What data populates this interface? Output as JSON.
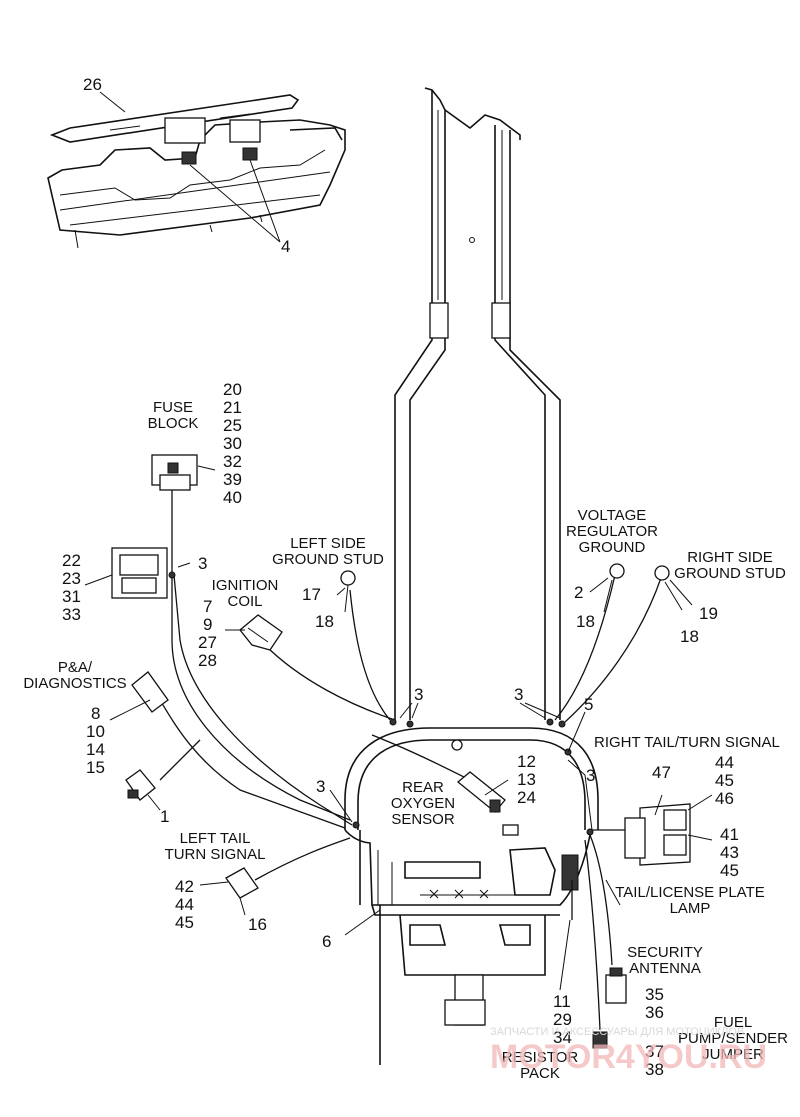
{
  "diagram": {
    "callouts": {
      "c26": "26",
      "c4": "4",
      "c3a": "3",
      "c3b": "3",
      "c3c": "3",
      "c3d": "3",
      "c3e": "3",
      "c5": "5",
      "c6": "6",
      "c1": "1",
      "c16": "16",
      "c2": "2",
      "c17": "17",
      "c18a": "18",
      "c18b": "18",
      "c18c": "18",
      "c19": "19"
    },
    "labels": {
      "fuse_block": [
        "FUSE",
        "BLOCK"
      ],
      "fuse_block_nums": [
        "20",
        "21",
        "25",
        "30",
        "32",
        "39",
        "40"
      ],
      "relay_nums": [
        "22",
        "23",
        "31",
        "33"
      ],
      "ignition_coil": [
        "IGNITION",
        "COIL"
      ],
      "ignition_coil_nums": [
        "7",
        "9",
        "27",
        "28"
      ],
      "left_ground": [
        "LEFT SIDE",
        "GROUND STUD"
      ],
      "voltage_reg": [
        "VOLTAGE",
        "REGULATOR",
        "GROUND"
      ],
      "right_ground": [
        "RIGHT SIDE",
        "GROUND STUD"
      ],
      "pa_diag": [
        "P&A/",
        "DIAGNOSTICS"
      ],
      "pa_diag_nums": [
        "8",
        "10",
        "14",
        "15"
      ],
      "rear_o2": [
        "REAR",
        "OXYGEN",
        "SENSOR"
      ],
      "rear_o2_nums": [
        "12",
        "13",
        "24"
      ],
      "right_tail": "RIGHT  TAIL/TURN SIGNAL",
      "right_tail_nums_a": [
        "44",
        "45",
        "46"
      ],
      "num47": "47",
      "right_tail_nums_b": [
        "41",
        "43",
        "45"
      ],
      "left_tail": [
        "LEFT  TAIL",
        "TURN SIGNAL"
      ],
      "left_tail_nums": [
        "42",
        "44",
        "45"
      ],
      "tail_license": [
        "TAIL/LICENSE PLATE",
        "LAMP"
      ],
      "security": [
        "SECURITY",
        "ANTENNA"
      ],
      "security_nums": [
        "35",
        "36"
      ],
      "resistor_nums": [
        "11",
        "29",
        "34"
      ],
      "resistor": [
        "RESISTOR",
        "PACK"
      ],
      "fuel_pump": [
        "FUEL",
        "PUMP/SENDER",
        "JUMPER"
      ],
      "fuel_pump_nums": [
        "37",
        "38"
      ]
    },
    "watermark": {
      "line": "ЗАПЧАСТИ И АКСЕССУАРЫ ДЛЯ МОТОЦИКЛОВ",
      "brand": "MOTOR4YOU.RU"
    }
  }
}
